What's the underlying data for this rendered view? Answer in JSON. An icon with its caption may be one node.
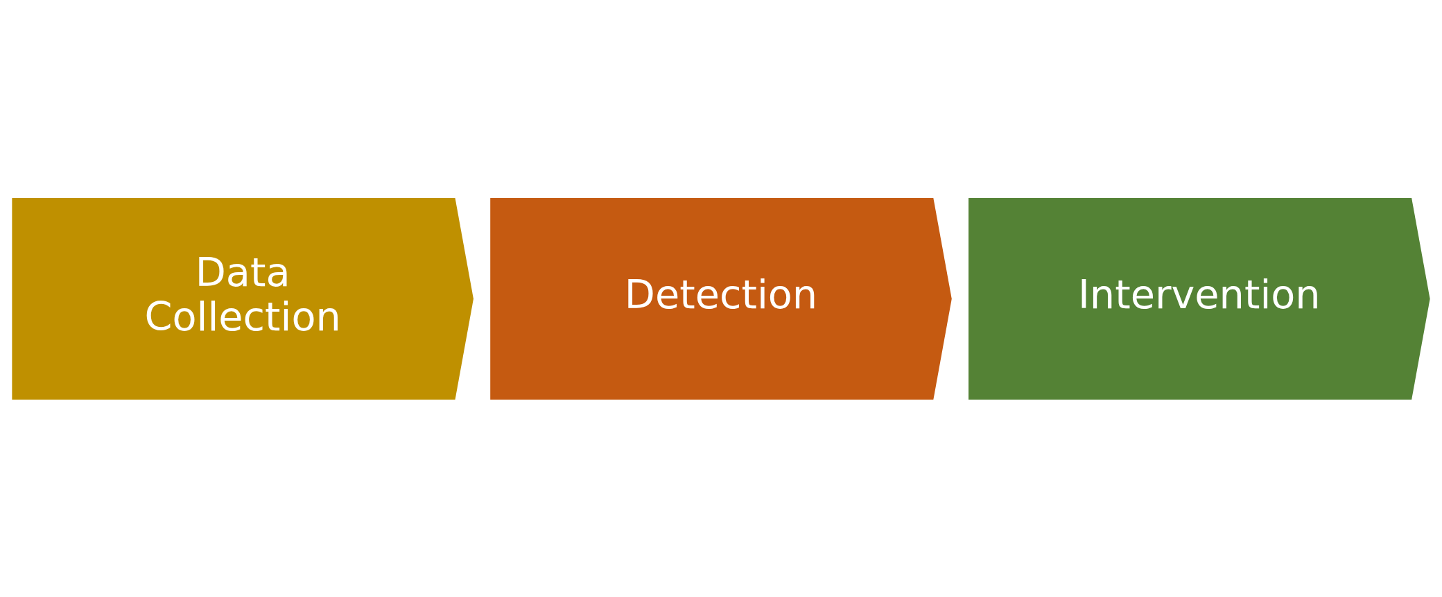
{
  "diagram": {
    "nodes": [
      {
        "text": [
          "Data Collection"
        ]
      },
      {
        "text": [
          "Detection"
        ]
      },
      {
        "text": [
          "Intervention"
        ]
      }
    ]
  }
}
